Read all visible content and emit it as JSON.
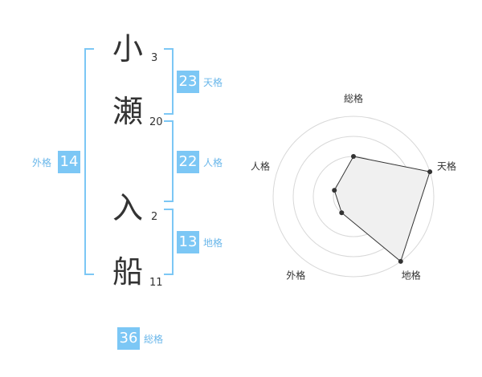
{
  "name": {
    "characters": [
      {
        "char": "小",
        "strokes": "3"
      },
      {
        "char": "瀬",
        "strokes": "20"
      },
      {
        "char": "入",
        "strokes": "2"
      },
      {
        "char": "船",
        "strokes": "11"
      }
    ]
  },
  "kaku": {
    "tenkaku": {
      "value": "23",
      "label": "天格"
    },
    "jinkaku": {
      "value": "22",
      "label": "人格"
    },
    "chikaku": {
      "value": "13",
      "label": "地格"
    },
    "gaikaku": {
      "value": "14",
      "label": "外格"
    },
    "soukaku": {
      "value": "36",
      "label": "総格"
    }
  },
  "colors": {
    "accent": "#7cc7f5",
    "accent_text": "#6ab7ea",
    "text": "#333333"
  },
  "chart_data": {
    "type": "radar",
    "axes": [
      "総格",
      "天格",
      "地格",
      "外格",
      "人格"
    ],
    "series": [
      {
        "values": [
          2,
          4,
          4,
          1,
          1
        ]
      }
    ],
    "scale_max": 4,
    "rings": 4
  }
}
